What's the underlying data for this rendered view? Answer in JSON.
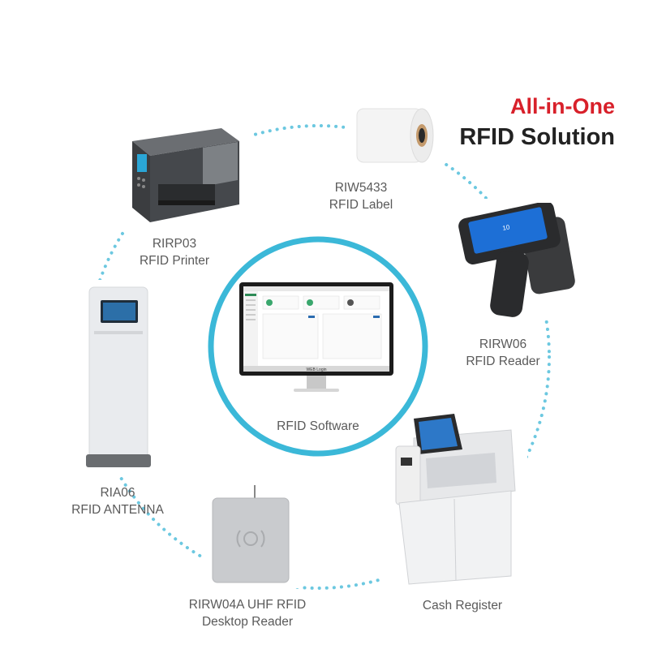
{
  "title": {
    "line1": "All-in-One",
    "line2": "RFID Solution"
  },
  "center": {
    "label": "RFID Software",
    "screen_footer": "WEB Login"
  },
  "items": [
    {
      "id": "printer",
      "line1": "RIRP03",
      "line2": "RFID Printer"
    },
    {
      "id": "label",
      "line1": "RIW5433",
      "line2": "RFID Label"
    },
    {
      "id": "reader",
      "line1": "RIRW06",
      "line2": "RFID Reader"
    },
    {
      "id": "antenna",
      "line1": "RIA06",
      "line2": "RFID ANTENNA"
    },
    {
      "id": "desktop",
      "line1": "RIRW04A UHF RFID",
      "line2": "Desktop Reader"
    },
    {
      "id": "register",
      "line1": "Cash Register",
      "line2": ""
    }
  ],
  "colors": {
    "ring": "#3bb8d8",
    "accent": "#d8202a",
    "dotted": "#6cc8e0"
  }
}
